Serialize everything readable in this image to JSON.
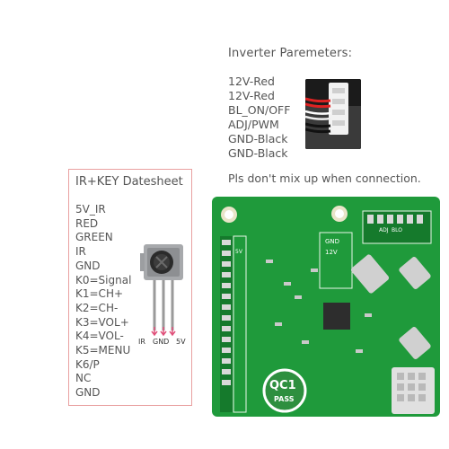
{
  "inverter": {
    "title": "Inverter Paremeters:",
    "items": [
      "12V-Red",
      "12V-Red",
      "BL_ON/OFF",
      "ADJ/PWM",
      "GND-Black",
      "GND-Black"
    ],
    "note": "Pls don't mix up when connection."
  },
  "ir_key": {
    "title": "IR+KEY Datesheet",
    "items": [
      "5V_IR",
      "RED",
      "GREEN",
      "IR",
      "GND",
      "K0=Signal",
      "K1=CH+",
      "K2=CH-",
      "K3=VOL+",
      "K4=VOL-",
      "K5=MENU",
      "K6/P",
      "NC",
      "GND"
    ],
    "pins": [
      "IR",
      "GND",
      "5V"
    ]
  },
  "board": {
    "badge_top": "QC1",
    "badge_bottom": "PASS",
    "labels": {
      "v12": "12V",
      "gnd": "GND",
      "adj": "ADJ",
      "bl": "BLO",
      "v5": "5V"
    }
  },
  "colors": {
    "pcb": "#1f9a3b",
    "box_border": "#e9a0a0",
    "arrow": "#e0507a"
  }
}
